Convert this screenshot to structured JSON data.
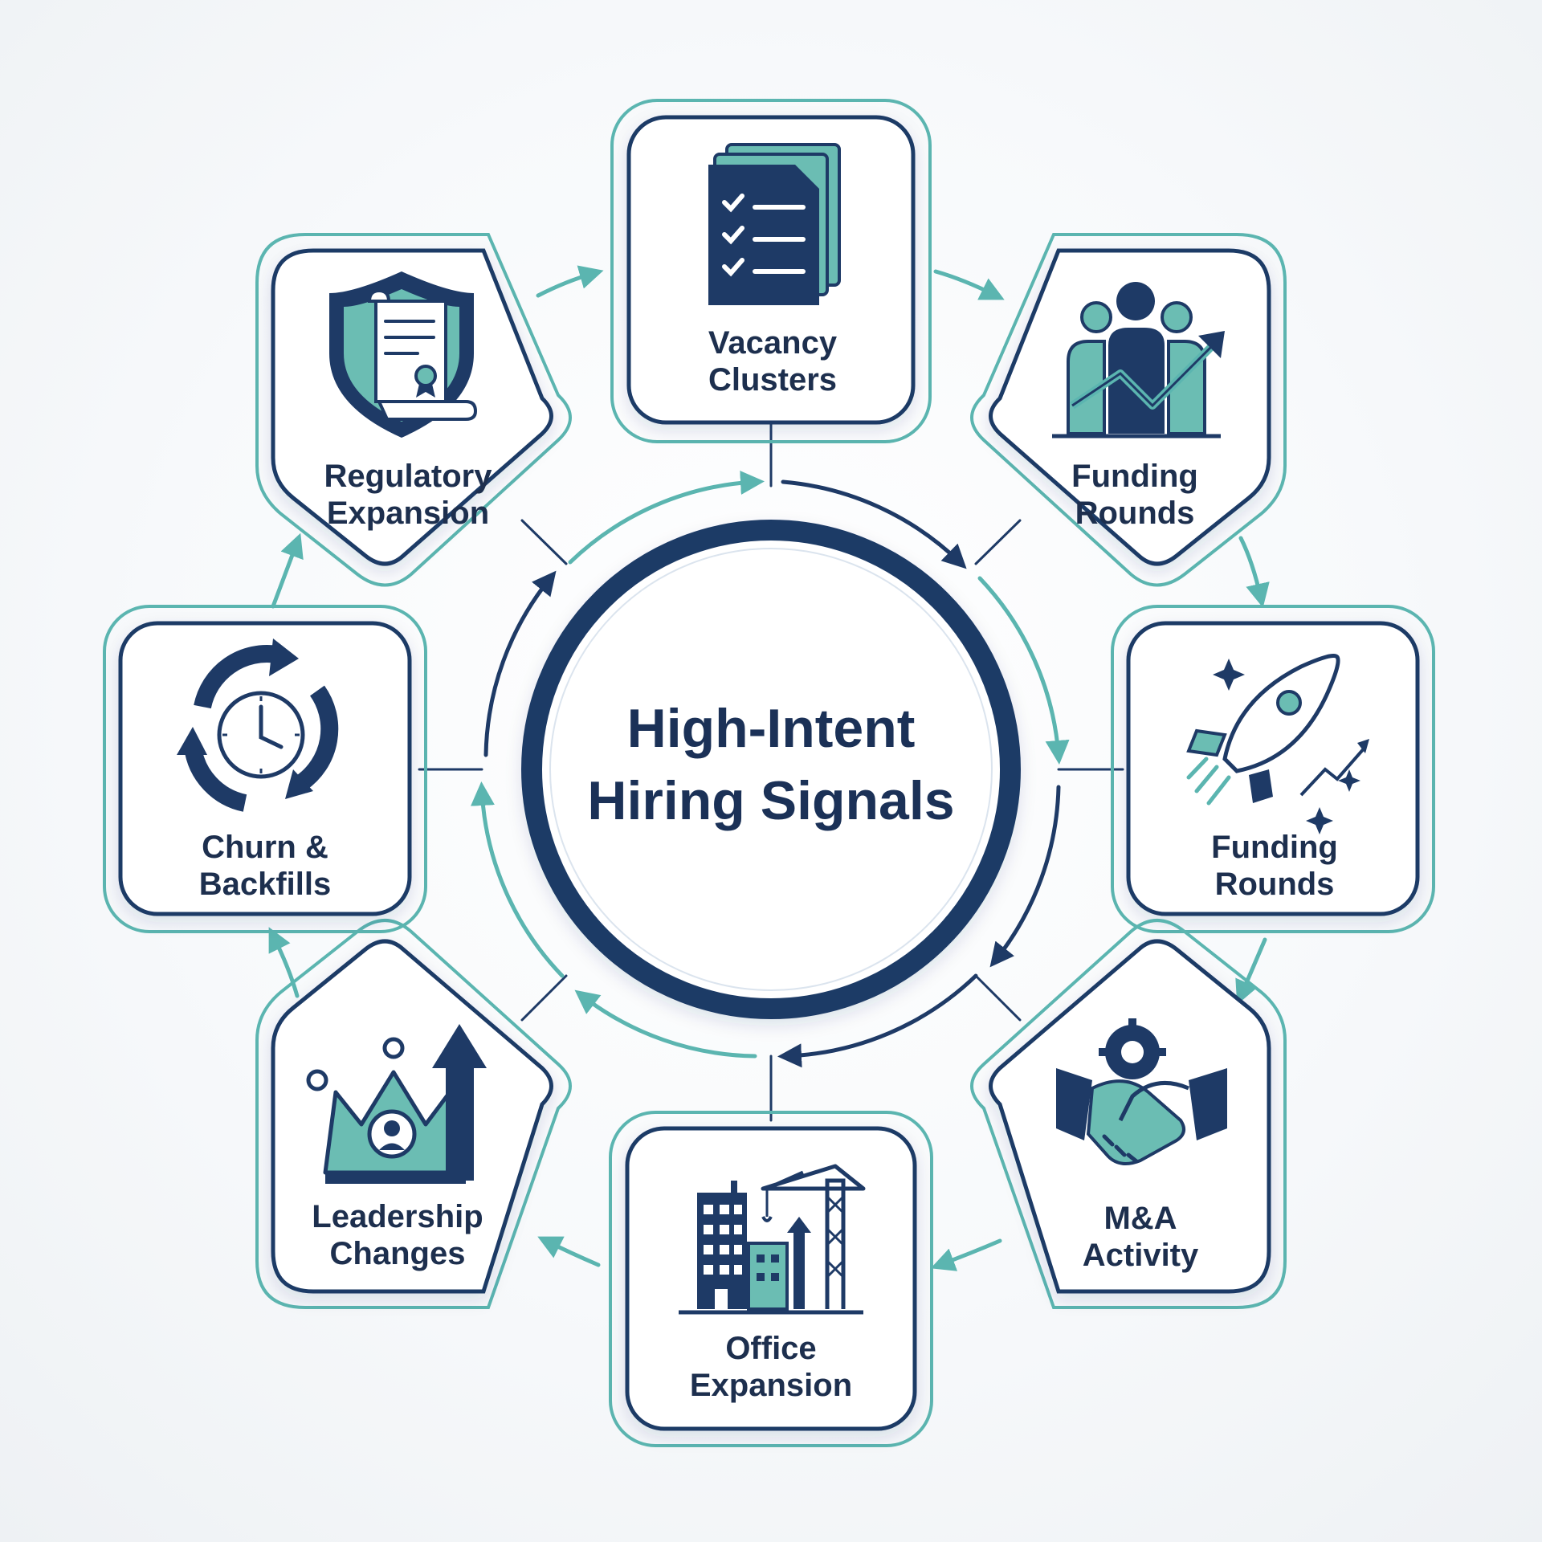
{
  "center": {
    "title_line1": "High-Intent",
    "title_line2": "Hiring Signals"
  },
  "nodes": [
    {
      "id": "vacancy",
      "line1": "Vacancy",
      "line2": "Clusters",
      "icon": "checklist-documents-icon"
    },
    {
      "id": "funding-1",
      "line1": "Funding",
      "line2": "Rounds",
      "icon": "team-growth-chart-icon"
    },
    {
      "id": "funding-2",
      "line1": "Funding",
      "line2": "Rounds",
      "icon": "rocket-launch-icon"
    },
    {
      "id": "ma",
      "line1": "M&A",
      "line2": "Activity",
      "icon": "handshake-gear-icon"
    },
    {
      "id": "office",
      "line1": "Office",
      "line2": "Expansion",
      "icon": "building-crane-icon"
    },
    {
      "id": "leadership",
      "line1": "Leadership",
      "line2": "Changes",
      "icon": "crown-person-arrow-icon"
    },
    {
      "id": "churn",
      "line1": "Churn &",
      "line2": "Backfills",
      "icon": "clock-cycle-icon"
    },
    {
      "id": "regulatory",
      "line1": "Regulatory",
      "line2": "Expansion",
      "icon": "shield-certificate-icon"
    }
  ],
  "colors": {
    "navy": "#1e3a66",
    "teal": "#5bb5b0",
    "teal_fill": "#6bbdb3",
    "card_fill": "#ffffff",
    "text": "#1d2f4e"
  }
}
